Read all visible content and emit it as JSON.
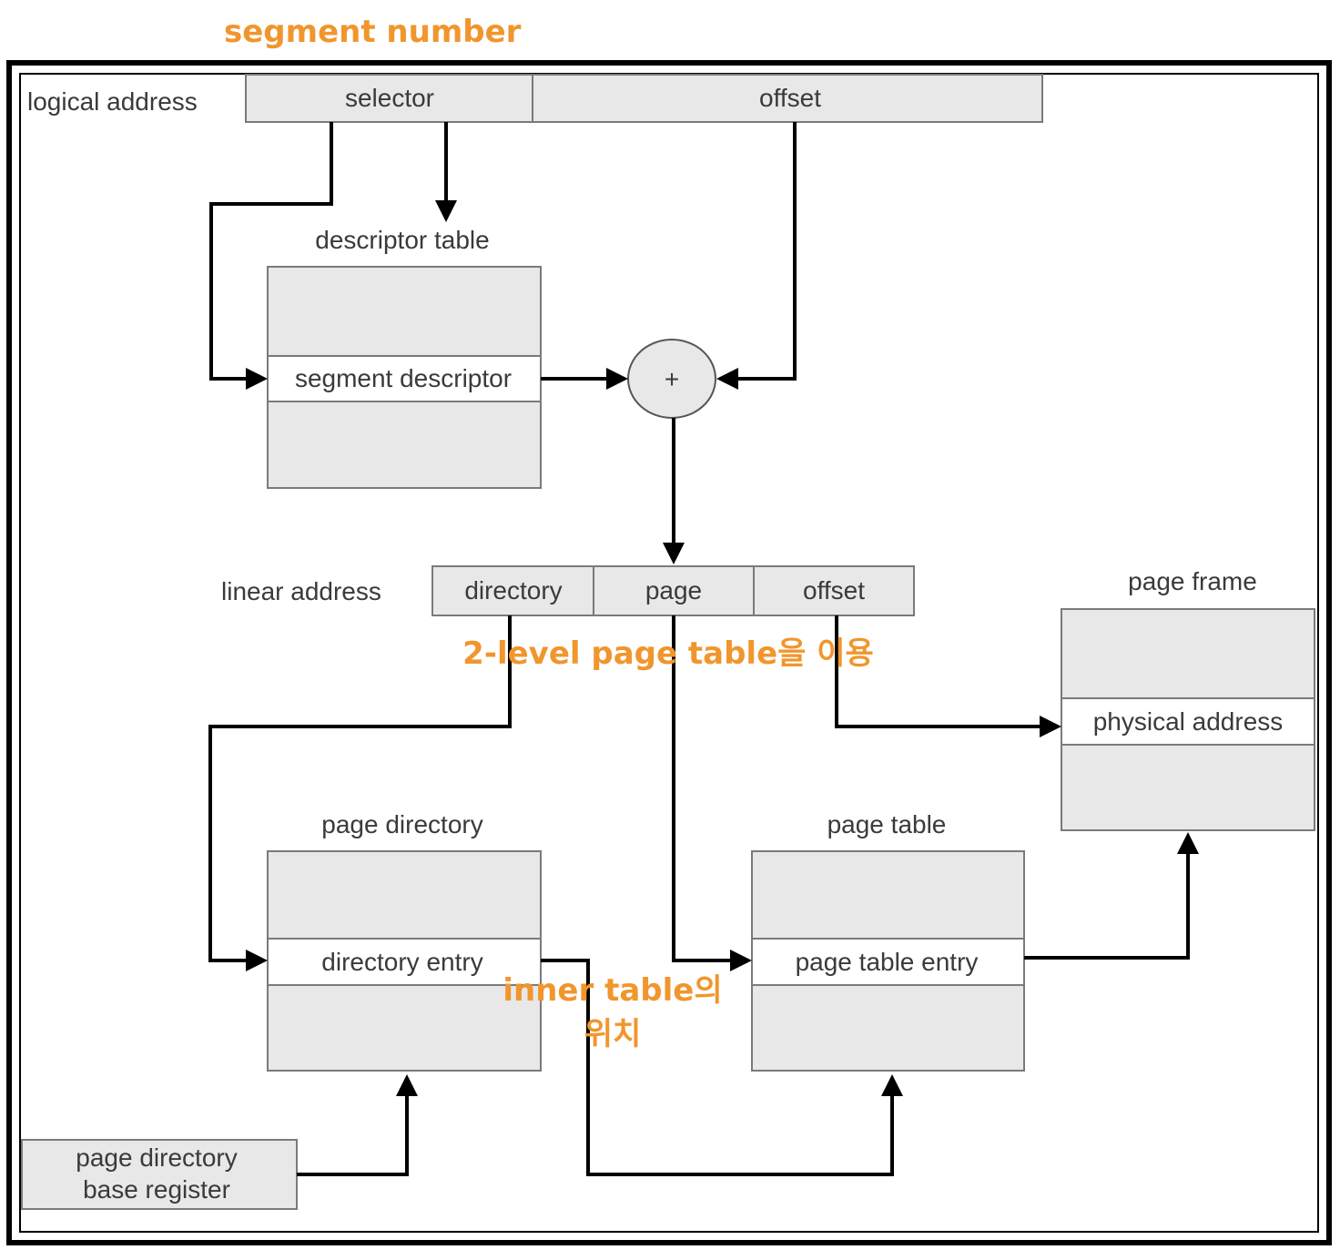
{
  "colors": {
    "annotation": "#f0962d",
    "frame": "#000000",
    "box_fill": "#e8e8e8"
  },
  "annotations": {
    "segment_number": "segment number",
    "two_level": "2-level page table을 이용",
    "inner_table_line1": "inner table의",
    "inner_table_line2": "위치"
  },
  "logical_address": {
    "label": "logical address",
    "selector": "selector",
    "offset": "offset"
  },
  "descriptor_table": {
    "title": "descriptor table",
    "entry": "segment descriptor"
  },
  "adder": {
    "symbol": "+"
  },
  "linear_address": {
    "label": "linear address",
    "directory": "directory",
    "page": "page",
    "offset": "offset"
  },
  "page_frame": {
    "title": "page frame",
    "entry": "physical address"
  },
  "page_directory": {
    "title": "page directory",
    "entry": "directory entry"
  },
  "page_table": {
    "title": "page table",
    "entry": "page table entry"
  },
  "base_register": {
    "line1": "page directory",
    "line2": "base register"
  }
}
